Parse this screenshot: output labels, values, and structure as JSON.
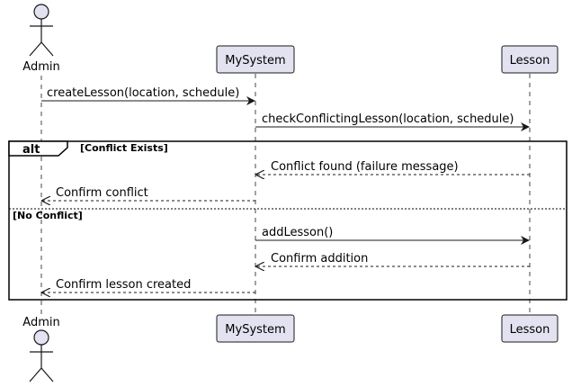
{
  "participants": [
    {
      "id": "admin",
      "label": "Admin",
      "kind": "actor"
    },
    {
      "id": "system",
      "label": "MySystem",
      "kind": "participant"
    },
    {
      "id": "lesson",
      "label": "Lesson",
      "kind": "participant"
    }
  ],
  "messages": [
    {
      "label": "createLesson(location, schedule)",
      "from": "admin",
      "to": "system",
      "style": "solid"
    },
    {
      "label": "checkConflictingLesson(location, schedule)",
      "from": "system",
      "to": "lesson",
      "style": "solid"
    },
    {
      "label": "Conflict found (failure message)",
      "from": "lesson",
      "to": "system",
      "style": "dashed"
    },
    {
      "label": "Confirm conflict",
      "from": "system",
      "to": "admin",
      "style": "dashed"
    },
    {
      "label": "addLesson()",
      "from": "system",
      "to": "lesson",
      "style": "solid"
    },
    {
      "label": "Confirm addition",
      "from": "lesson",
      "to": "system",
      "style": "dashed"
    },
    {
      "label": "Confirm lesson created",
      "from": "system",
      "to": "admin",
      "style": "dashed"
    }
  ],
  "fragment": {
    "keyword": "alt",
    "guard_1": "[Conflict Exists]",
    "guard_2": "[No Conflict]"
  },
  "colors": {
    "participant_fill": "#e2e2f0",
    "participant_border": "#181818",
    "line": "#181818"
  }
}
